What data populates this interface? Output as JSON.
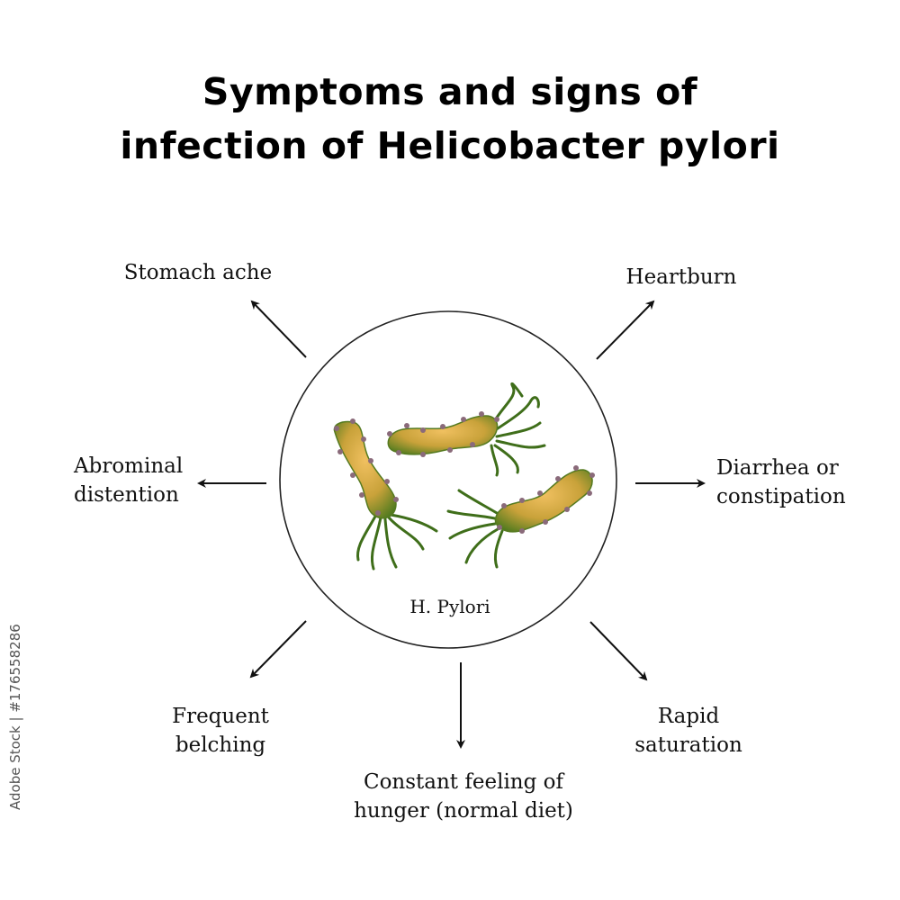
{
  "title": {
    "line1": "Symptoms and signs  of",
    "line2": "infection of Helicobacter pylori"
  },
  "center_label": "H. Pylori",
  "symptoms": {
    "stomach_ache": {
      "line1": "Stomach ache"
    },
    "heartburn": {
      "line1": "Heartburn"
    },
    "abdominal_distention": {
      "line1": "Abrominal",
      "line2": "distention"
    },
    "diarrhea": {
      "line1": "Diarrhea or",
      "line2": "constipation"
    },
    "belching": {
      "line1": "Frequent",
      "line2": "belching"
    },
    "hunger": {
      "line1": "Constant feeling of",
      "line2": "hunger (normal diet)"
    },
    "saturation": {
      "line1": "Rapid",
      "line2": "saturation"
    }
  },
  "side_credit": "Adobe Stock | #176558286",
  "colors": {
    "bacteria_body": "#c9a23a",
    "bacteria_dark": "#4a7a1e",
    "flagella": "#3f6e1a",
    "arrow": "#111111"
  },
  "icons": [
    "h-pylori-bacteria-illustration",
    "arrow-icon"
  ]
}
